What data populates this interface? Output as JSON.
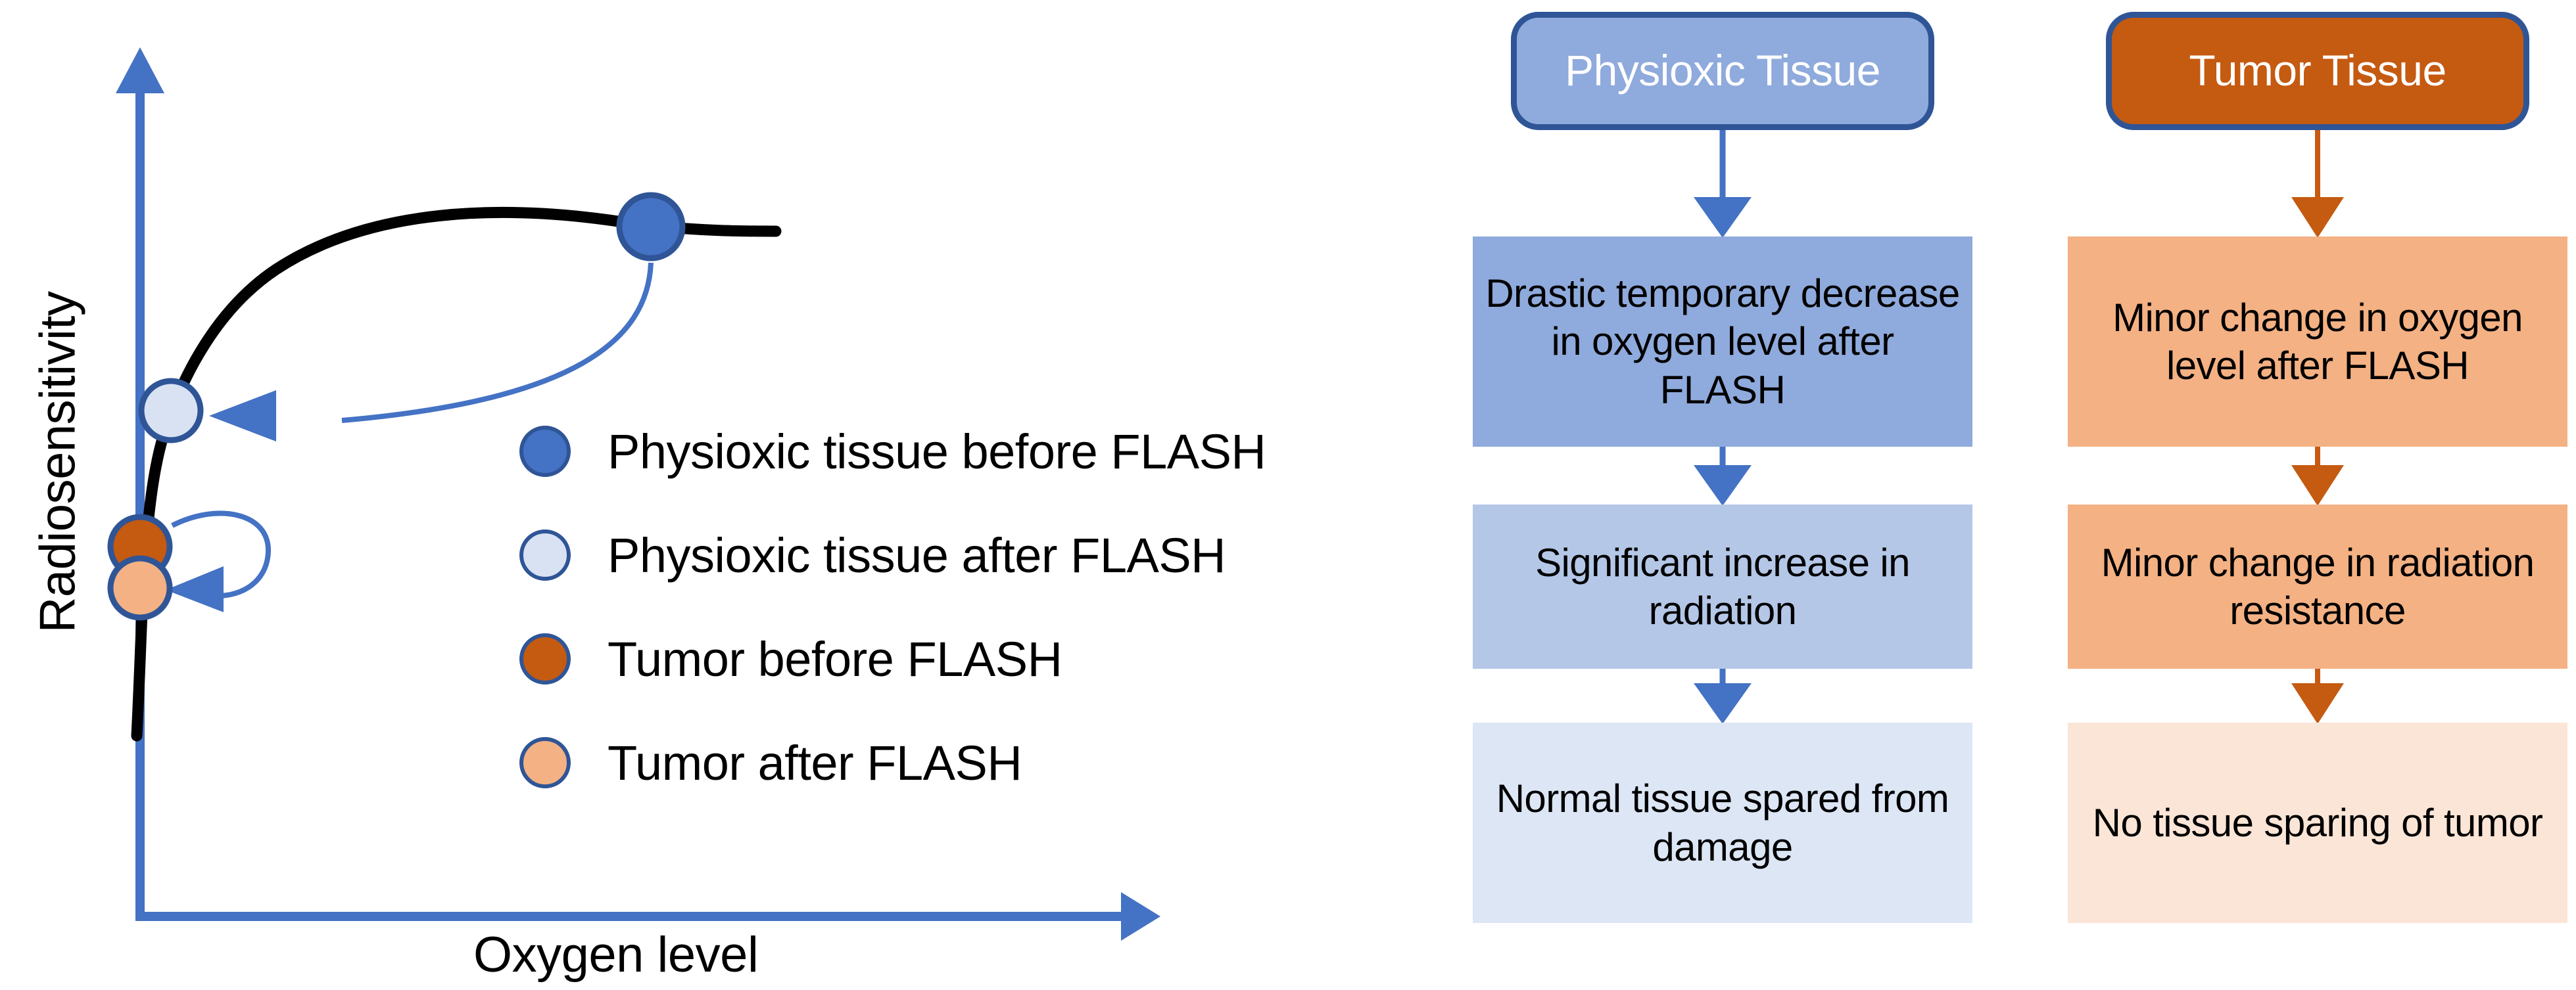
{
  "chart_data": {
    "type": "line",
    "title": "",
    "xlabel": "Oxygen level",
    "ylabel": "Radiosensitivity",
    "grid": false,
    "legend_position": "inside-right",
    "description": "Oxygen enhancement curve: radiosensitivity rises steeply at low oxygen then plateaus. FLASH irradiation shifts physioxic tissue far down the curve, but barely moves tumor tissue.",
    "curve": {
      "name": "Oxygen enhancement curve",
      "color": "#000000",
      "points": [
        {
          "x": 0.02,
          "y": 0.02
        },
        {
          "x": 0.05,
          "y": 0.22
        },
        {
          "x": 0.07,
          "y": 0.45
        },
        {
          "x": 0.1,
          "y": 0.62
        },
        {
          "x": 0.16,
          "y": 0.74
        },
        {
          "x": 0.3,
          "y": 0.83
        },
        {
          "x": 0.55,
          "y": 0.88
        },
        {
          "x": 0.8,
          "y": 0.9
        },
        {
          "x": 1.0,
          "y": 0.91
        }
      ]
    },
    "markers": [
      {
        "name": "Physioxic tissue before FLASH",
        "x": 0.64,
        "y": 0.895,
        "fill": "#4472C4",
        "stroke": "#2F5597"
      },
      {
        "name": "Physioxic tissue after FLASH",
        "x": 0.085,
        "y": 0.655,
        "fill": "#D9E2F3",
        "stroke": "#2F5597"
      },
      {
        "name": "Tumor before FLASH",
        "x": 0.045,
        "y": 0.465,
        "fill": "#C55A11",
        "stroke": "#2F5597"
      },
      {
        "name": "Tumor after FLASH",
        "x": 0.045,
        "y": 0.415,
        "fill": "#F4B183",
        "stroke": "#2F5597"
      }
    ],
    "annotations": [
      {
        "name": "physioxic-shift-arrow",
        "from": "Physioxic tissue before FLASH",
        "to": "Physioxic tissue after FLASH",
        "color": "#4472C4"
      },
      {
        "name": "tumor-shift-arrow",
        "from": "Tumor before FLASH",
        "to": "Tumor after FLASH",
        "color": "#4472C4"
      }
    ],
    "axis": {
      "color": "#4472C4",
      "x_has_arrow": true,
      "y_has_arrow": true,
      "ticks": []
    }
  },
  "chart": {
    "ylabel": "Radiosensitivity",
    "xlabel": "Oxygen level"
  },
  "legend": {
    "items": [
      {
        "label": "Physioxic tissue before FLASH",
        "fill": "#4472C4"
      },
      {
        "label": "Physioxic tissue after FLASH",
        "fill": "#D9E2F3"
      },
      {
        "label": "Tumor before  FLASH",
        "fill": "#C55A11"
      },
      {
        "label": "Tumor after FLASH",
        "fill": "#F4B183"
      }
    ]
  },
  "flow": {
    "columns": [
      {
        "key": "physioxic",
        "header": "Physioxic\nTissue",
        "header_fill": "#8FAADC",
        "arrow_color": "#4472C4",
        "steps": [
          "Drastic temporary decrease in oxygen level after FLASH",
          "Significant  increase in radiation",
          "Normal tissue spared from damage"
        ]
      },
      {
        "key": "tumor",
        "header": "Tumor\nTissue",
        "header_fill": "#C55A11",
        "arrow_color": "#C55A11",
        "steps": [
          "Minor change in oxygen level after FLASH",
          "Minor change in radiation  resistance",
          "No tissue sparing of tumor"
        ]
      }
    ]
  },
  "colors": {
    "accent_blue": "#4472C4",
    "dark_blue_stroke": "#2F5597",
    "light_blue": "#D9E2F3",
    "accent_orange": "#C55A11",
    "light_orange": "#F4B183",
    "curve_black": "#000000"
  }
}
